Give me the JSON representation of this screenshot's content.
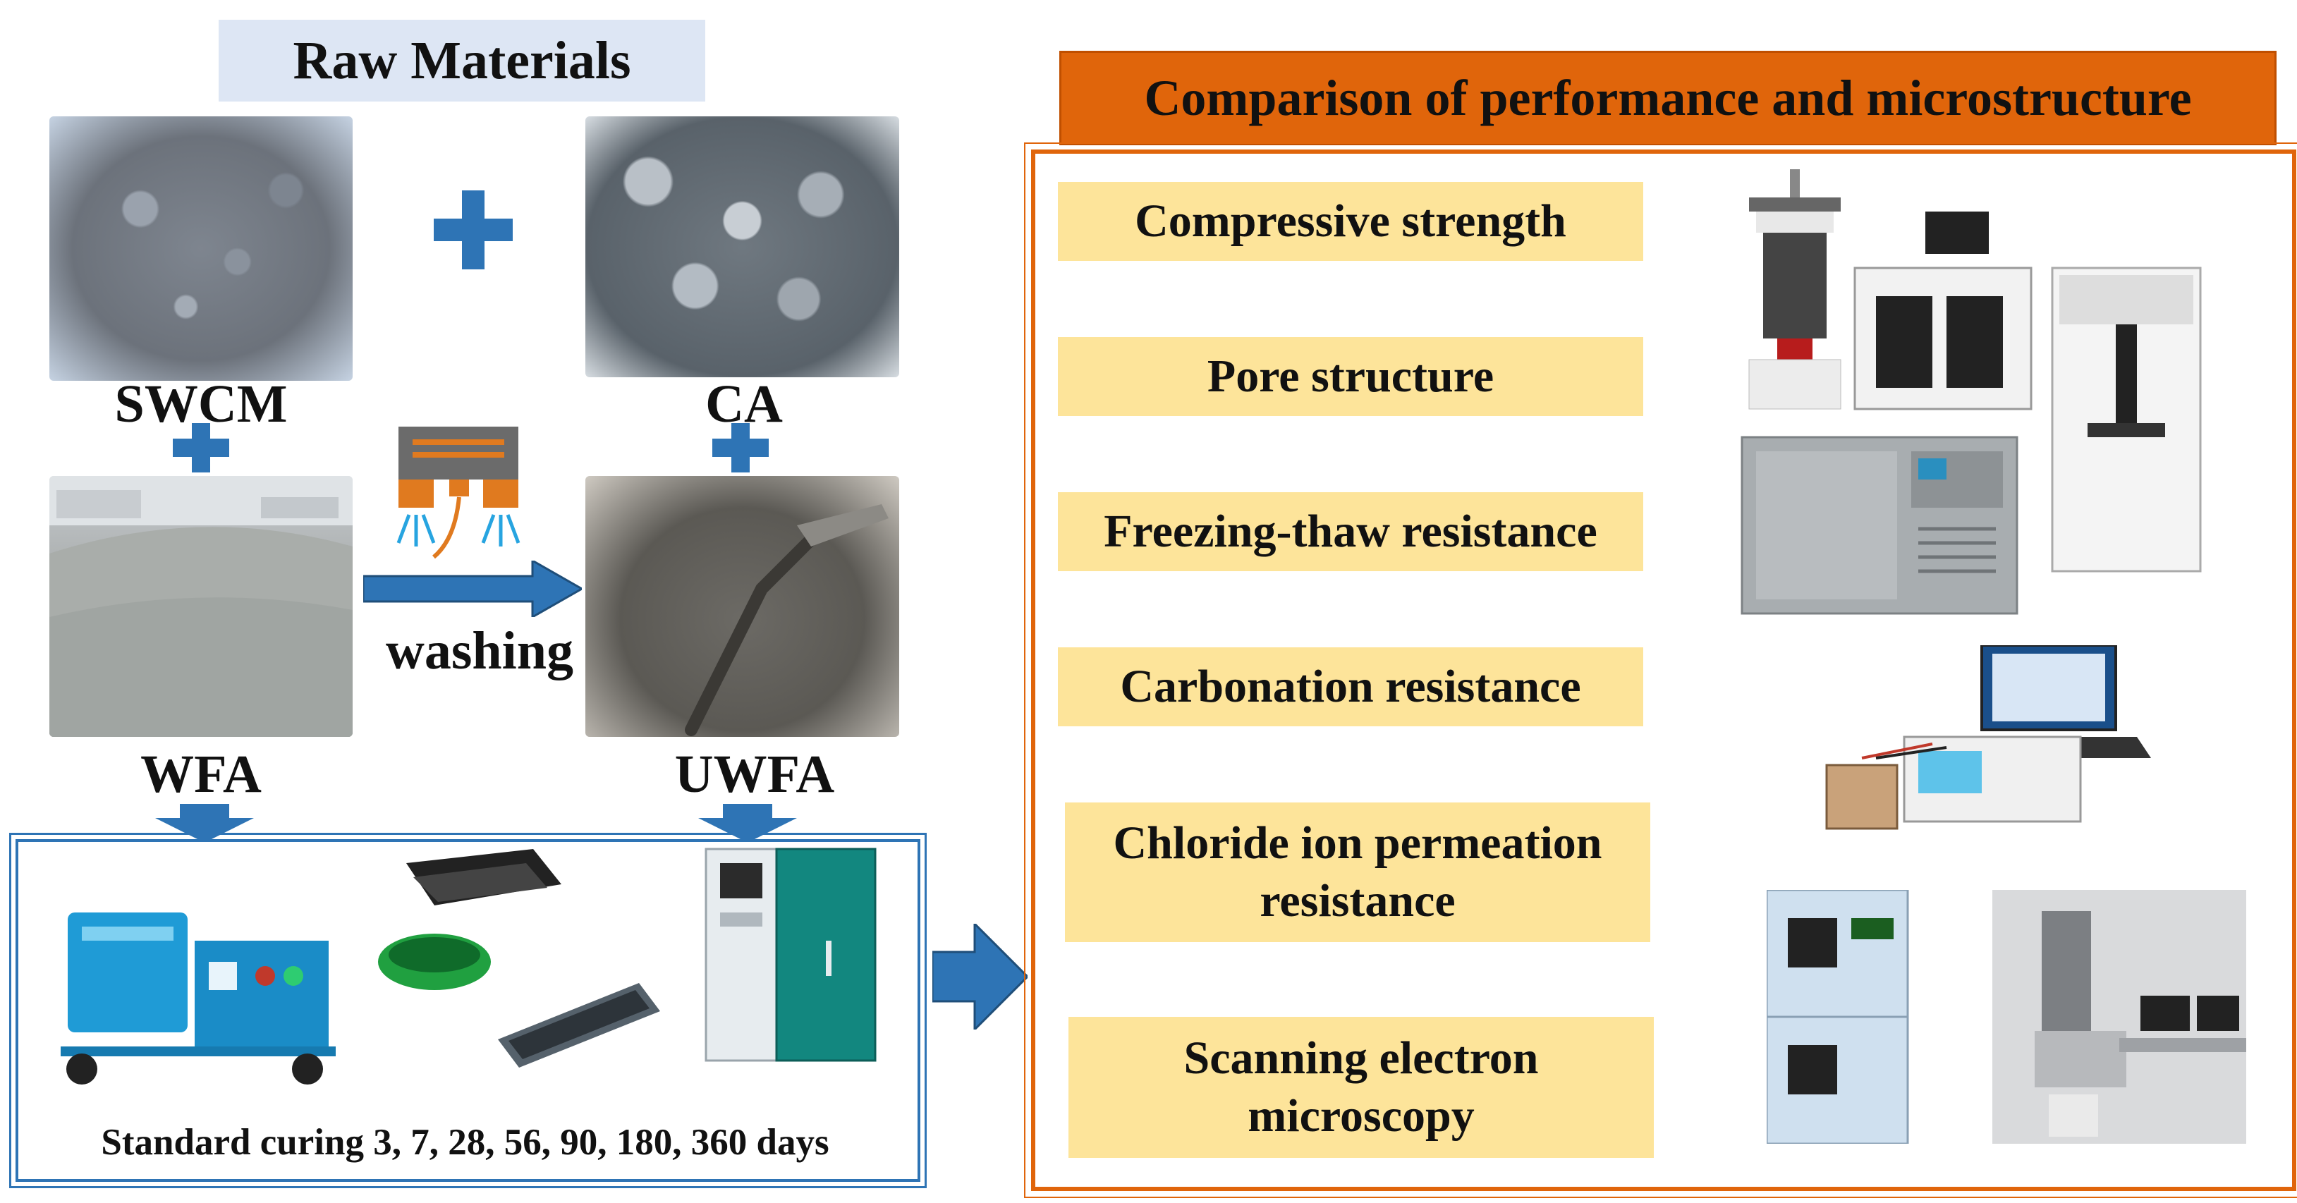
{
  "raw_materials": {
    "title": "Raw Materials",
    "items": [
      "SWCM",
      "CA",
      "WFA",
      "UWFA"
    ],
    "washing_label": "washing"
  },
  "preparation": {
    "curing_text": "Standard curing 3, 7, 28, 56, 90, 180, 360 days"
  },
  "comparison": {
    "title": "Comparison of performance and microstructure",
    "tests": [
      "Compressive strength",
      "Pore structure",
      "Freezing-thaw resistance",
      "Carbonation resistance",
      "Chloride ion permeation resistance",
      "Scanning electron microscopy"
    ]
  },
  "colors": {
    "accent_blue": "#2e74b5",
    "accent_orange": "#e0650b",
    "test_fill": "#fde49a",
    "title_fill": "#dde6f4"
  }
}
